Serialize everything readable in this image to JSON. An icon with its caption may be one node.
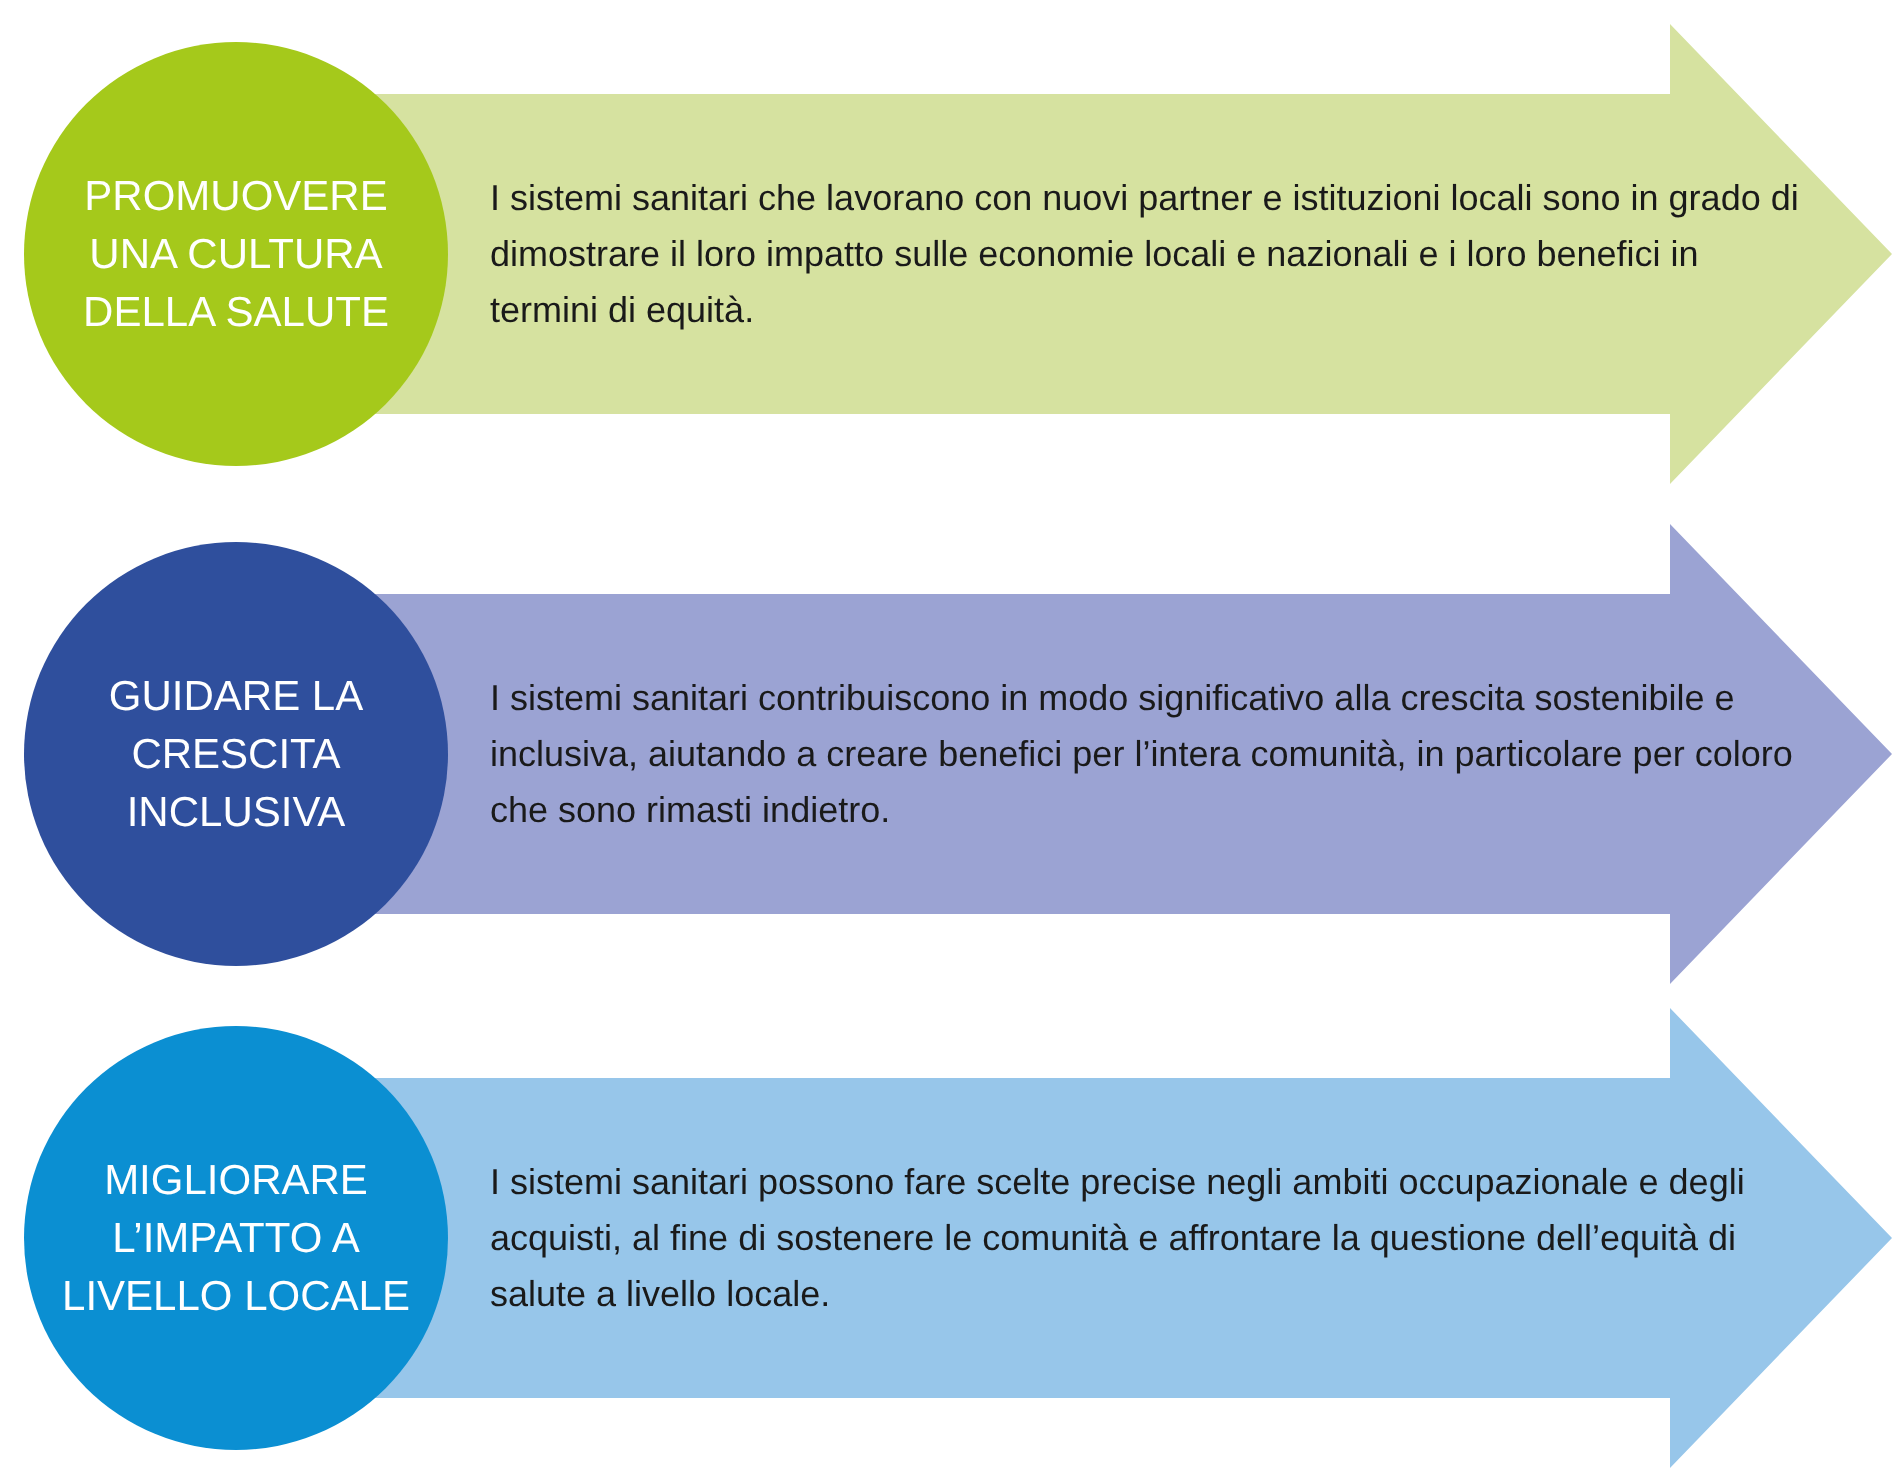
{
  "diagram": {
    "nodes": [
      {
        "text": [
          "PROMUOVERE UNA CULTURA DELLA SALUTE"
        ]
      },
      {
        "text": [
          "I sistemi sanitari che lavorano con nuovi partner e istituzioni locali sono in grado di dimostrare il loro impatto sulle economie locali e nazionali e i loro benefici in termini di equità."
        ]
      },
      {
        "text": [
          "GUIDARE LA CRESCITA INCLUSIVA"
        ]
      },
      {
        "text": [
          "I sistemi sanitari contribuiscono in modo significativo alla crescita sostenibile e inclusiva, aiutando a creare benefici per l’intera comunità, in particolare per coloro che sono rimasti indietro."
        ]
      },
      {
        "text": [
          "MIGLIORARE L’IMPATTO A LIVELLO LOCALE"
        ]
      },
      {
        "text": [
          "I sistemi sanitari possono fare scelte precise negli ambiti occupazionale e degli acquisti, al fine di sostenere le comunità e affrontare la questione dell’equità di salute a livello locale."
        ]
      }
    ]
  }
}
